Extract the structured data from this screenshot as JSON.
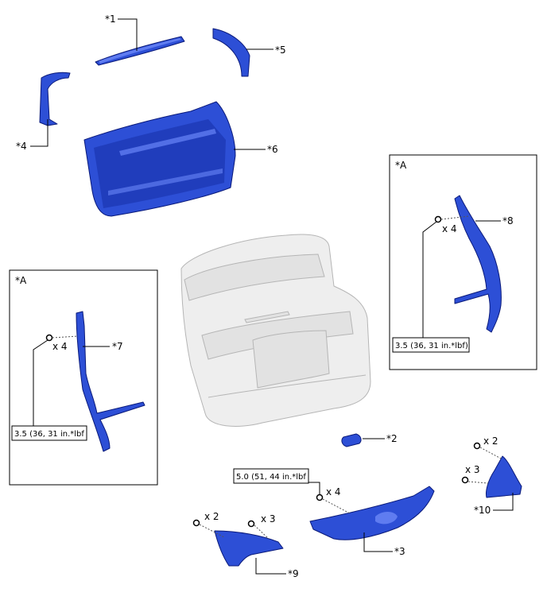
{
  "colors": {
    "part_fill": "#2d4fd6",
    "part_light": "#5f7cf0",
    "part_dark": "#1530a8",
    "door_fill": "#eeeeee",
    "door_stroke": "#b5b5b5"
  },
  "callouts": {
    "c1": "*1",
    "c2": "*2",
    "c3": "*3",
    "c4": "*4",
    "c5": "*5",
    "c6": "*6",
    "c7": "*7",
    "c8": "*8",
    "c9": "*9",
    "c10": "*10"
  },
  "detail_boxes": {
    "right": {
      "title": "*A",
      "qty": "x 4",
      "torque": "3.5 (36, 31 in.*lbf)"
    },
    "left": {
      "title": "*A",
      "qty": "x 4",
      "torque": "3.5 (36, 31 in.*lbf"
    }
  },
  "fasteners": {
    "p3_qty": "x 4",
    "p3_torque": "5.0 (51, 44 in.*lbf",
    "p9_qty_a": "x 2",
    "p9_qty_b": "x 3",
    "p10_qty_a": "x 2",
    "p10_qty_b": "x 3"
  }
}
